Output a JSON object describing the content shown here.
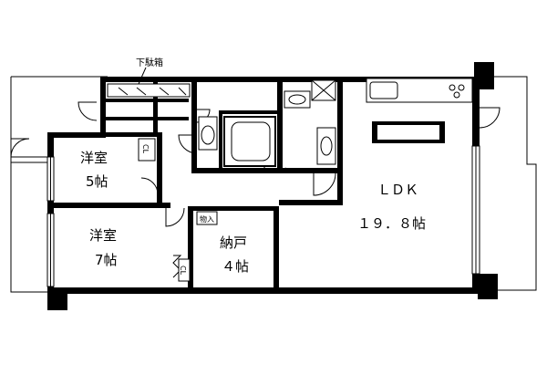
{
  "rooms": {
    "western_room_1": {
      "name": "洋室",
      "size": "5帖"
    },
    "western_room_2": {
      "name": "洋室",
      "size": "7帖"
    },
    "ldk": {
      "name": "ＬＤＫ",
      "size": "１９．８帖"
    },
    "storage_room": {
      "name": "納戸",
      "size": "４帖"
    }
  },
  "labels": {
    "shoe_box": "下駄箱",
    "closet_1": "CL",
    "closet_2": "CL",
    "storage_small": "物入"
  },
  "colors": {
    "wall": "#000000",
    "background": "#ffffff"
  }
}
